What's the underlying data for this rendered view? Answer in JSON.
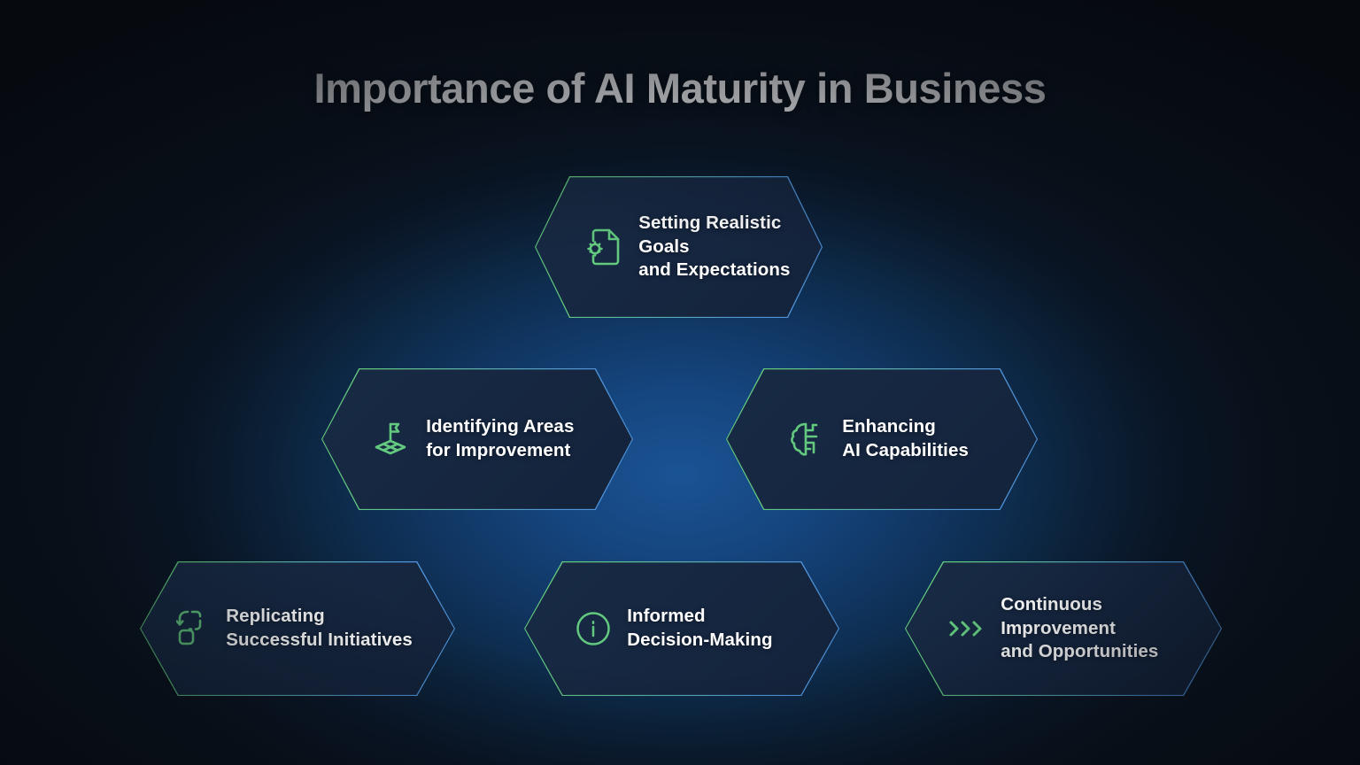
{
  "page": {
    "title": "Importance of AI Maturity in Business",
    "background_color": "#0a121c",
    "glow_color": "#1a5394",
    "accent_green": "#63c97f",
    "accent_blue": "#4f93d8",
    "card_fill": "#17263d",
    "text_color": "#ffffff"
  },
  "cards": [
    {
      "id": "setting-realistic-goals",
      "label": "Setting Realistic Goals\nand Expectations",
      "icon": "document-gear-icon",
      "icon_color": "#63c97f"
    },
    {
      "id": "identifying-areas-for-improvement",
      "label": "Identifying Areas\nfor Improvement",
      "icon": "flag-on-map-icon",
      "icon_color": "#63c97f"
    },
    {
      "id": "enhancing-ai-capabilities",
      "label": "Enhancing\nAI Capabilities",
      "icon": "ai-brain-circuit-icon",
      "icon_color": "#63c97f"
    },
    {
      "id": "replicating-successful-initiatives",
      "label": "Replicating\nSuccessful Initiatives",
      "icon": "duplicate-copy-icon",
      "icon_color": "#63c97f"
    },
    {
      "id": "informed-decision-making",
      "label": "Informed\nDecision-Making",
      "icon": "info-circle-icon",
      "icon_color": "#63c97f"
    },
    {
      "id": "continuous-improvement",
      "label": "Continuous\nImprovement\nand Opportunities",
      "icon": "triple-chevron-right-icon",
      "icon_color": "#63c97f"
    }
  ]
}
